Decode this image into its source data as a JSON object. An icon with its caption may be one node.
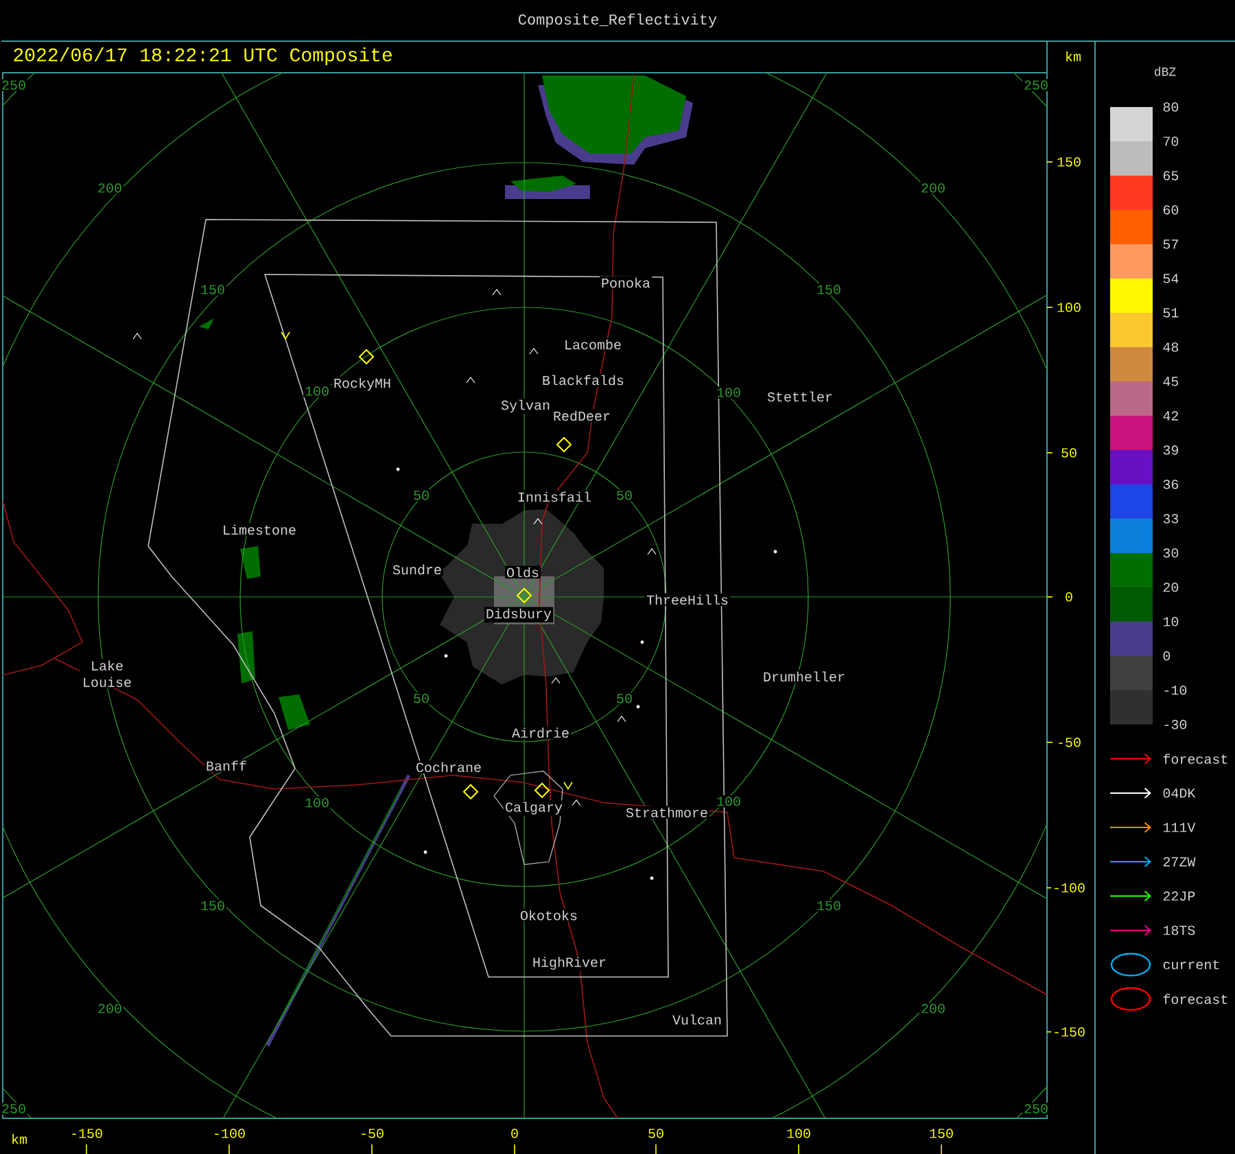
{
  "diagram": {
    "title": "Composite_Reflectivity",
    "labels": [
      "2022/06/17 18:22:21 UTC Composite",
      "km",
      "250",
      "250",
      "200",
      "200",
      "150",
      "150",
      "100",
      "100",
      "50",
      "50",
      "50",
      "50",
      "100",
      "100",
      "150",
      "150",
      "200",
      "200",
      "250",
      "250",
      "Ponoka",
      "Lacombe",
      "RockyMH",
      "Blackfalds",
      "Sylvan",
      "RedDeer",
      "Stettler",
      "Innisfail",
      "Limestone",
      "Sundre",
      "Olds",
      "ThreeHills",
      "Didsbury",
      "Drumheller",
      "Lake Louise",
      "Airdrie",
      "Banff",
      "Cochrane",
      "Calgary",
      "Strathmore",
      "Okotoks",
      "HighRiver",
      "Vulcan",
      "150",
      "100",
      "50",
      "0",
      "-50",
      "-100",
      "-150",
      "km",
      "-150",
      "-100",
      "-50",
      "0",
      "50",
      "100",
      "150",
      "dBZ",
      "-30"
    ],
    "legend": [
      {
        "text": "80",
        "color": "#d4d4d4"
      },
      {
        "text": "70",
        "color": "#bcbcbc"
      },
      {
        "text": "65",
        "color": "#ff3a20"
      },
      {
        "text": "60",
        "color": "#ff5f00"
      },
      {
        "text": "57",
        "color": "#ff9a5c"
      },
      {
        "text": "54",
        "color": "#fff700"
      },
      {
        "text": "51",
        "color": "#fcc830"
      },
      {
        "text": "48",
        "color": "#cf8a40"
      },
      {
        "text": "45",
        "color": "#bc6888"
      },
      {
        "text": "42",
        "color": "#c8127e"
      },
      {
        "text": "39",
        "color": "#6a10c4"
      },
      {
        "text": "36",
        "color": "#1e46e6"
      },
      {
        "text": "33",
        "color": "#0a80dc"
      },
      {
        "text": "30",
        "color": "#006e00"
      },
      {
        "text": "20",
        "color": "#005a00"
      },
      {
        "text": "10",
        "color": "#4a3c8c"
      },
      {
        "text": "0",
        "color": "#404040"
      },
      {
        "text": "-10",
        "color": "#303030"
      },
      {
        "text": "forecast"
      },
      {
        "text": "04DK"
      },
      {
        "text": "111V"
      },
      {
        "text": "27ZW"
      },
      {
        "text": "22JP"
      },
      {
        "text": "18TS"
      },
      {
        "text": "current"
      },
      {
        "text": "forecast"
      }
    ]
  }
}
